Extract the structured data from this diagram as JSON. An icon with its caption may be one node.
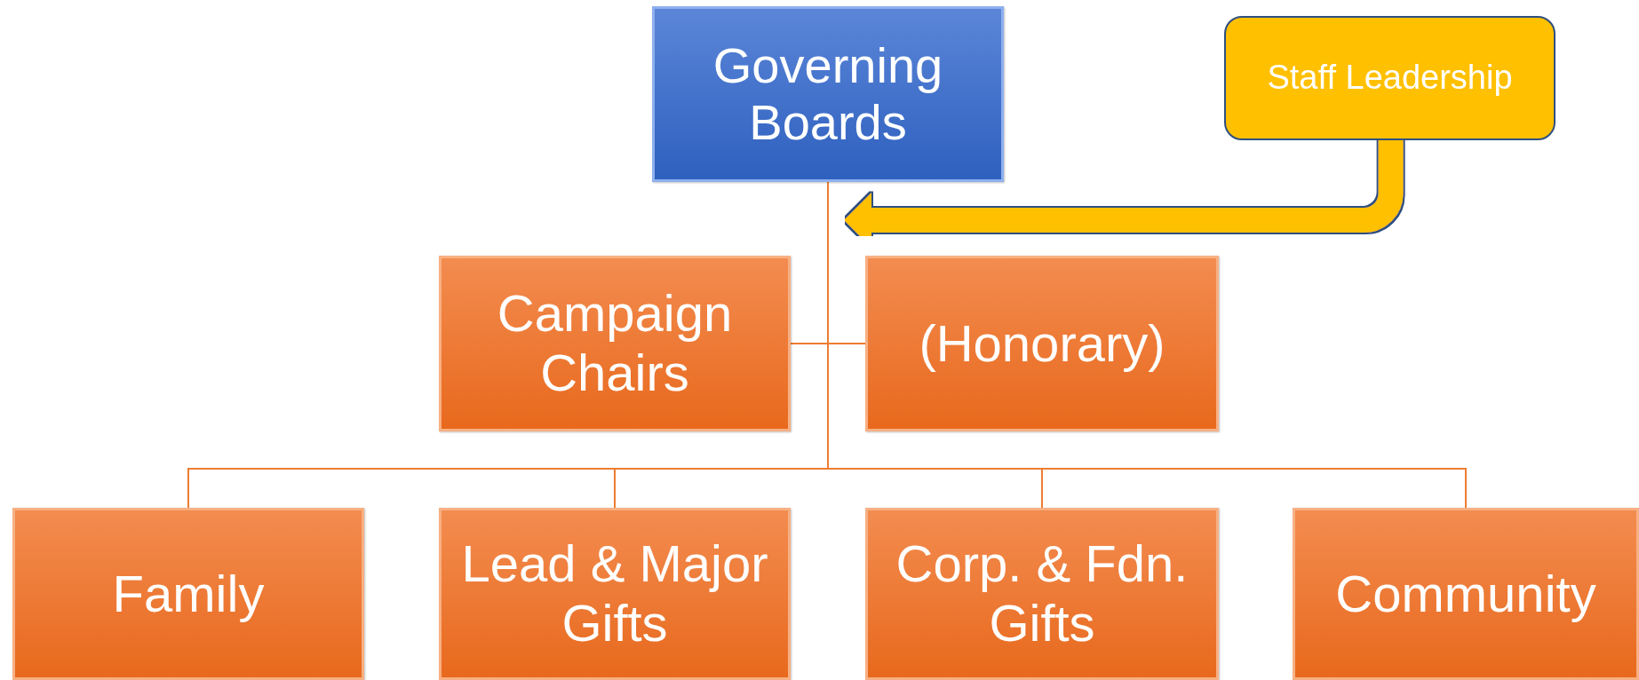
{
  "diagram": {
    "nodes": [
      {
        "text": [
          "Governing Boards"
        ]
      },
      {
        "text": [
          "Staff Leadership"
        ]
      },
      {
        "text": [
          "Campaign Chairs"
        ]
      },
      {
        "text": [
          "(Honorary)"
        ]
      },
      {
        "text": [
          "Family"
        ]
      },
      {
        "text": [
          "Lead & Major Gifts"
        ]
      },
      {
        "text": [
          "Corp. & Fdn. Gifts"
        ]
      },
      {
        "text": [
          "Community"
        ]
      }
    ],
    "edges": [
      {
        "from": 1,
        "to": 0,
        "arrow": "to",
        "style": "thick",
        "color": "#ffc000"
      },
      {
        "from": 0,
        "to": 2,
        "arrow": "none"
      },
      {
        "from": 0,
        "to": 3,
        "arrow": "none"
      },
      {
        "from": 0,
        "to": 4,
        "arrow": "none"
      },
      {
        "from": 0,
        "to": 5,
        "arrow": "none"
      },
      {
        "from": 0,
        "to": 6,
        "arrow": "none"
      },
      {
        "from": 0,
        "to": 7,
        "arrow": "none"
      }
    ]
  }
}
